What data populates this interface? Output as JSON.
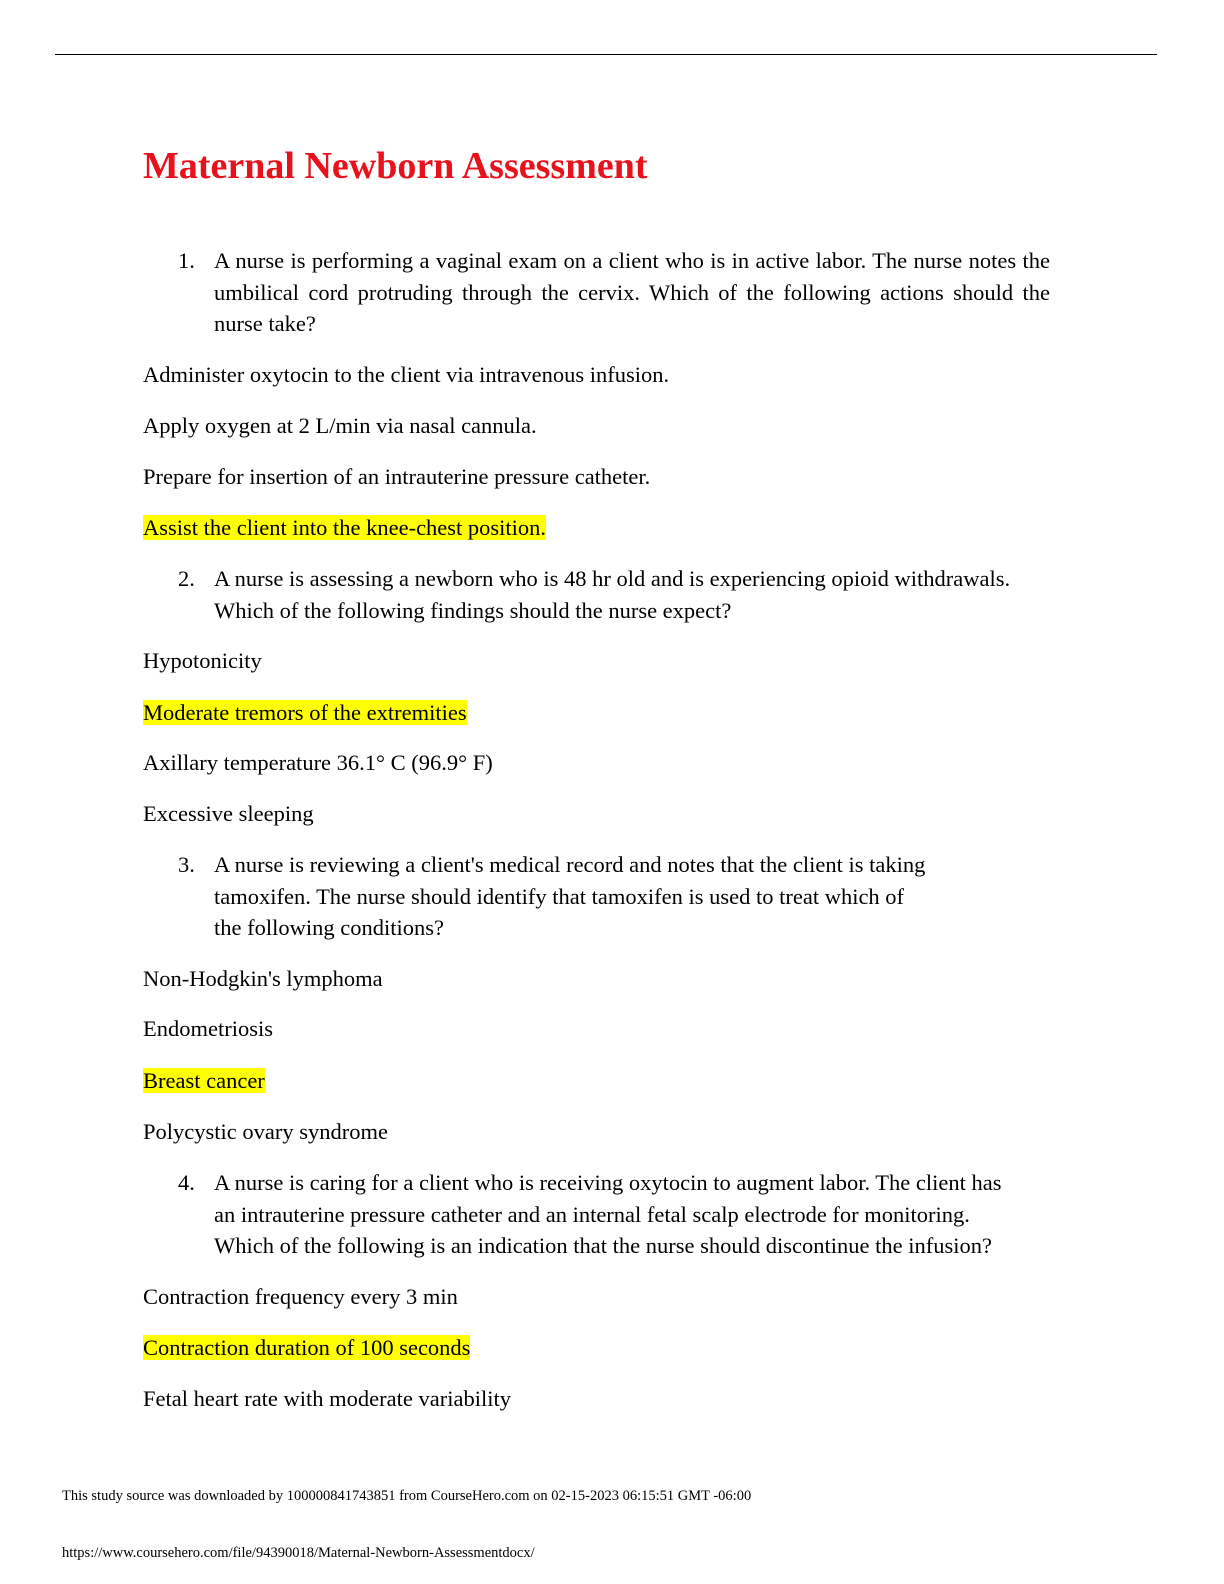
{
  "document": {
    "title": "Maternal Newborn Assessment",
    "title_color": "#e8121c",
    "highlight_color": "#ffff00"
  },
  "questions": [
    {
      "number": "1.",
      "text": "A nurse is performing a vaginal exam on a client who is in active labor. The nurse notes the umbilical cord protruding through the cervix. Which of the following actions should the nurse take?",
      "options": [
        {
          "text": "Administer oxytocin to the client via intravenous infusion.",
          "highlighted": false
        },
        {
          "text": "Apply oxygen at 2 L/min via nasal cannula.",
          "highlighted": false
        },
        {
          "text": "Prepare for insertion of an intrauterine pressure catheter.",
          "highlighted": false
        },
        {
          "text": "Assist the client into the knee-chest position.",
          "highlighted": true
        }
      ]
    },
    {
      "number": "2.",
      "text": "A nurse is assessing a newborn who is 48 hr old and is experiencing opioid withdrawals. Which of the following findings should the nurse expect?",
      "options": [
        {
          "text": "Hypotonicity",
          "highlighted": false
        },
        {
          "text": "Moderate tremors of the extremities",
          "highlighted": true
        },
        {
          "text": "Axillary temperature 36.1° C (96.9° F)",
          "highlighted": false
        },
        {
          "text": "Excessive sleeping",
          "highlighted": false
        }
      ]
    },
    {
      "number": "3.",
      "text_lines": [
        "A nurse is reviewing a client's medical record and notes that the client is taking",
        "tamoxifen. The nurse should identify that tamoxifen is used to treat which of",
        "the following conditions?"
      ],
      "options": [
        {
          "text": "Non-Hodgkin's lymphoma",
          "highlighted": false
        },
        {
          "text": "Endometriosis",
          "highlighted": false
        },
        {
          "text": "Breast cancer",
          "highlighted": true
        },
        {
          "text": "Polycystic ovary syndrome",
          "highlighted": false
        }
      ]
    },
    {
      "number": "4.",
      "text_lines": [
        "A nurse is caring for a client who is receiving oxytocin to augment labor. The client has",
        "an intrauterine pressure catheter and an internal fetal scalp electrode for monitoring.",
        "Which of the following is an indication that the nurse should discontinue the infusion?"
      ],
      "options": [
        {
          "text": "Contraction frequency every 3 min",
          "highlighted": false
        },
        {
          "text": "Contraction duration of 100 seconds",
          "highlighted": true
        },
        {
          "text": "Fetal heart rate with moderate variability",
          "highlighted": false
        }
      ]
    }
  ],
  "footer": {
    "source_line": "This study source was downloaded by 100000841743851 from CourseHero.com on 02-15-2023 06:15:51 GMT -06:00",
    "url": "https://www.coursehero.com/file/94390018/Maternal-Newborn-Assessmentdocx/"
  }
}
